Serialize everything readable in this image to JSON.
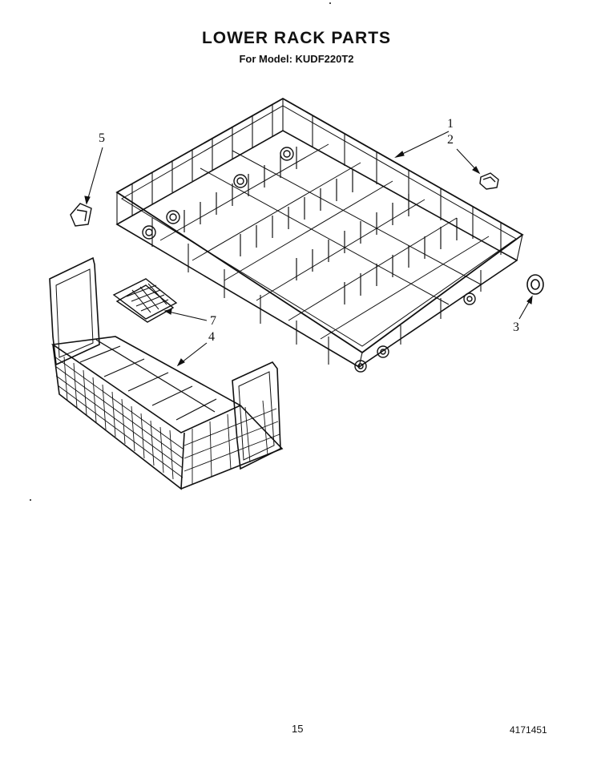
{
  "header": {
    "title": "LOWER RACK PARTS",
    "subtitle": "For Model: KUDF220T2"
  },
  "callouts": {
    "c1": "1",
    "c2": "2",
    "c3": "3",
    "c4": "4",
    "c5": "5",
    "c7": "7"
  },
  "footer": {
    "page_number": "15",
    "doc_number": "4171451"
  }
}
